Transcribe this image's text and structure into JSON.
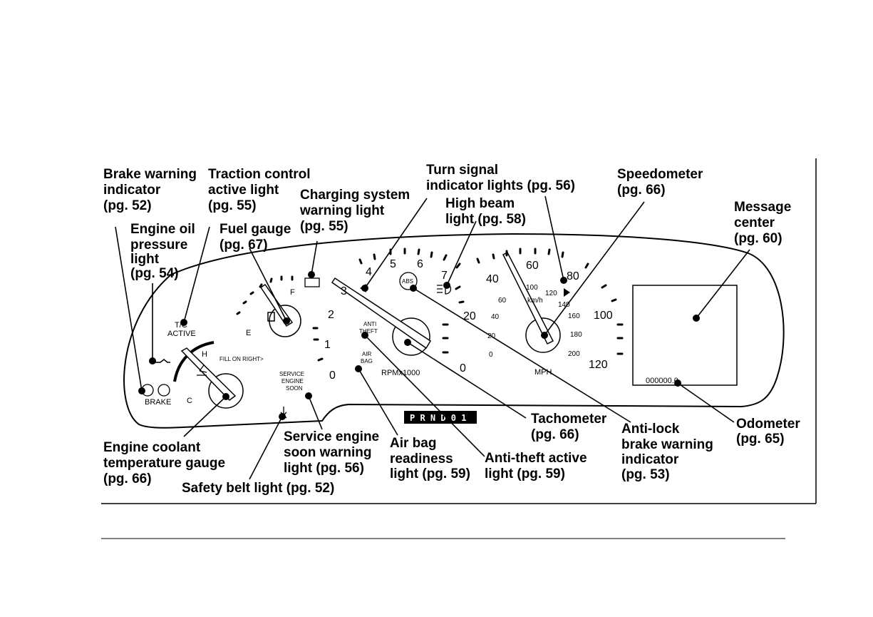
{
  "callouts": {
    "brake_warning": [
      "Brake warning",
      "indicator",
      "(pg. 52)"
    ],
    "traction_control": [
      "Traction control",
      "active light",
      "(pg. 55)"
    ],
    "charging_system": [
      "Charging system",
      "warning light",
      "(pg. 55)"
    ],
    "turn_signal": [
      "Turn signal",
      "indicator lights (pg. 56)"
    ],
    "high_beam": [
      "High beam",
      "light (pg. 58)"
    ],
    "speedometer": [
      "Speedometer",
      "(pg. 66)"
    ],
    "message_center": [
      "Message",
      "center",
      "(pg. 60)"
    ],
    "engine_oil": [
      "Engine oil",
      "pressure",
      "light",
      "(pg. 54)"
    ],
    "fuel_gauge": [
      "Fuel gauge",
      "(pg. 67)"
    ],
    "engine_coolant": [
      "Engine coolant",
      "temperature gauge",
      "(pg. 66)"
    ],
    "service_engine": [
      "Service engine",
      "soon warning",
      "light (pg. 56)"
    ],
    "safety_belt": [
      "Safety belt light (pg. 52)"
    ],
    "air_bag": [
      "Air bag",
      "readiness",
      "light (pg. 59)"
    ],
    "anti_theft": [
      "Anti-theft active",
      "light (pg. 59)"
    ],
    "tachometer": [
      "Tachometer",
      "(pg. 66)"
    ],
    "anti_lock": [
      "Anti-lock",
      "brake warning",
      "indicator",
      "(pg. 53)"
    ],
    "odometer": [
      "Odometer",
      "(pg. 65)"
    ]
  },
  "panel": {
    "tc_active": [
      "T/C",
      "ACTIVE"
    ],
    "brake_text": "BRAKE",
    "fuel_full": "F",
    "fuel_empty": "E",
    "fill_on_right": "FILL ON RIGHT>",
    "temp_hot": "H",
    "temp_cold": "C",
    "anti_theft": [
      "ANTI",
      "THEFT"
    ],
    "air_bag": [
      "AIR",
      "BAG"
    ],
    "service_engine": [
      "SERVICE",
      "ENGINE",
      "SOON"
    ],
    "abs": "ABS",
    "rpm_unit": "RPMx1000",
    "mph_unit": "MPH",
    "kmh_unit": "km/h",
    "tach_numbers": [
      "0",
      "1",
      "2",
      "3",
      "4",
      "5",
      "6",
      "7"
    ],
    "speed_numbers": [
      "0",
      "20",
      "40",
      "60",
      "80",
      "100",
      "120"
    ],
    "kmh_numbers": [
      "0",
      "20",
      "40",
      "60",
      "100",
      "120",
      "140",
      "160",
      "180",
      "200"
    ],
    "prndl": "P R N D 0 1",
    "odometer_value": "000000.0"
  }
}
